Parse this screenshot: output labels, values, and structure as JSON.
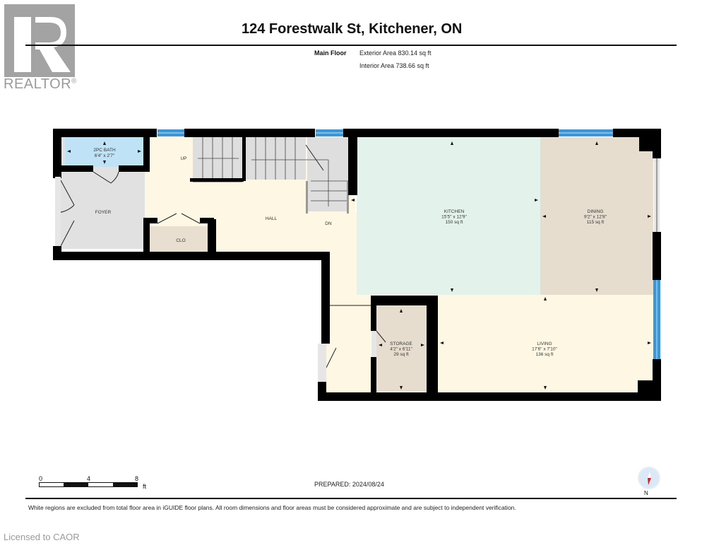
{
  "branding": {
    "logo_letter": "R",
    "logo_text": "REALTOR",
    "logo_mark": "®",
    "logo_color": "#a3a3a3"
  },
  "header": {
    "title": "124 Forestwalk St, Kitchener, ON",
    "floor_label": "Main Floor",
    "exterior_area": "Exterior Area 830.14 sq ft",
    "interior_area": "Interior Area 738.66 sq ft"
  },
  "rooms": [
    {
      "id": "bath",
      "name": "2PC BATH",
      "dims": "6'4\" x 2'7\"",
      "area": "",
      "color": "#bfe2f7"
    },
    {
      "id": "foyer",
      "name": "FOYER",
      "dims": "",
      "area": "",
      "color": "#e1e1e1"
    },
    {
      "id": "clo",
      "name": "CLO",
      "dims": "",
      "area": "",
      "color": "#e9dfd0"
    },
    {
      "id": "hall",
      "name": "HALL",
      "dims": "",
      "area": "",
      "color": "#fdf7e4"
    },
    {
      "id": "kitchen",
      "name": "KITCHEN",
      "dims": "15'5\" x 12'9\"",
      "area": "150 sq ft",
      "color": "#e4f2ec"
    },
    {
      "id": "dining",
      "name": "DINING",
      "dims": "9'2\" x 12'8\"",
      "area": "115 sq ft",
      "color": "#e7ddcf"
    },
    {
      "id": "storage",
      "name": "STORAGE",
      "dims": "4'2\" x 6'11\"",
      "area": "29 sq ft",
      "color": "#e7ddcf"
    },
    {
      "id": "living",
      "name": "LIVING",
      "dims": "17'6\" x 7'10\"",
      "area": "136 sq ft",
      "color": "#fdf7e4"
    }
  ],
  "stair_labels": {
    "up": "UP",
    "down": "DN"
  },
  "colors": {
    "wall": "#000000",
    "window": "#3b95d6",
    "stairs": "#dedede"
  },
  "scale_bar": {
    "ticks": [
      "0",
      "4",
      "8"
    ],
    "unit": "ft"
  },
  "footer": {
    "prepared": "PREPARED: 2024/08/24",
    "compass_label": "N",
    "disclaimer": "White regions are excluded from total floor area in iGUIDE floor plans. All room dimensions and floor areas must be considered approximate and are subject to independent verification.",
    "licensed": "Licensed to CAOR"
  }
}
